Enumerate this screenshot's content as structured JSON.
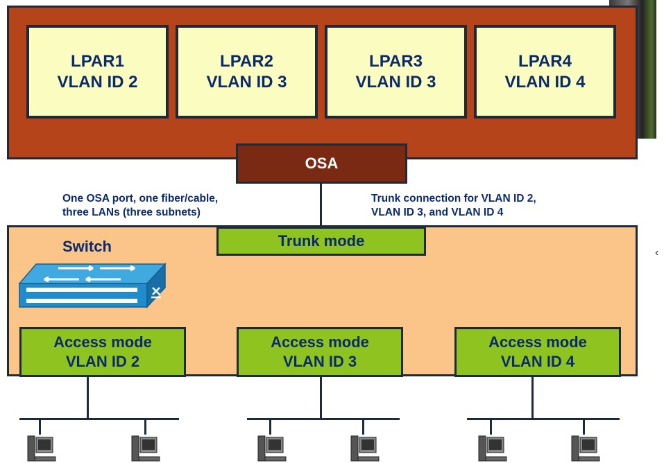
{
  "lpars": [
    {
      "name": "LPAR1",
      "vlan": "VLAN ID 2"
    },
    {
      "name": "LPAR2",
      "vlan": "VLAN ID 3"
    },
    {
      "name": "LPAR3",
      "vlan": "VLAN ID 3"
    },
    {
      "name": "LPAR4",
      "vlan": "VLAN ID 4"
    }
  ],
  "osa_label": "OSA",
  "left_note": {
    "line1": "One OSA port, one fiber/cable,",
    "line2": "three LANs (three subnets)"
  },
  "right_note": {
    "line1": "Trunk connection for VLAN ID 2,",
    "line2": "VLAN ID 3, and VLAN ID 4"
  },
  "switch_label": "Switch",
  "trunk_label": "Trunk mode",
  "access_ports": [
    {
      "mode": "Access mode",
      "vlan": "VLAN ID 2"
    },
    {
      "mode": "Access mode",
      "vlan": "VLAN ID 3"
    },
    {
      "mode": "Access mode",
      "vlan": "VLAN ID 4"
    }
  ],
  "colors": {
    "frame": "#b5441a",
    "osa": "#7a2a12",
    "switch_area": "#fbc58a",
    "port": "#8fc31f",
    "lpar": "#fbfcc0",
    "text": "#0a2a6b"
  }
}
